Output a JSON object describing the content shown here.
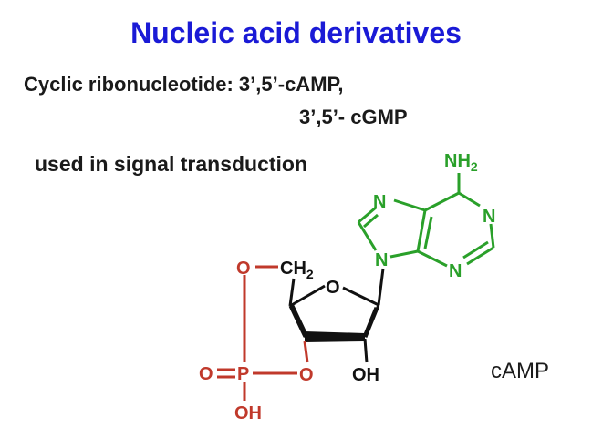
{
  "title": "Nucleic acid derivatives",
  "line1": "Cyclic ribonucleotide: 3’,5’-cAMP,",
  "line2": "3’,5’- cGMP",
  "line3": "used in signal transduction",
  "molecule": {
    "name": "cAMP",
    "atoms": {
      "nh2_n": "NH",
      "nh2_sub": "2",
      "n7": "N",
      "n1": "N",
      "n9": "N",
      "n3": "N",
      "o5": "O",
      "ch2": "CH",
      "ch2_sub": "2",
      "ring_o": "O",
      "p": "P",
      "p_dbl_o": "O",
      "o3": "O",
      "p_oh": "OH",
      "c2_oh": "OH"
    },
    "colors": {
      "adenine": "#2aa02a",
      "phosphate": "#c0392b",
      "sugar": "#111111"
    }
  }
}
